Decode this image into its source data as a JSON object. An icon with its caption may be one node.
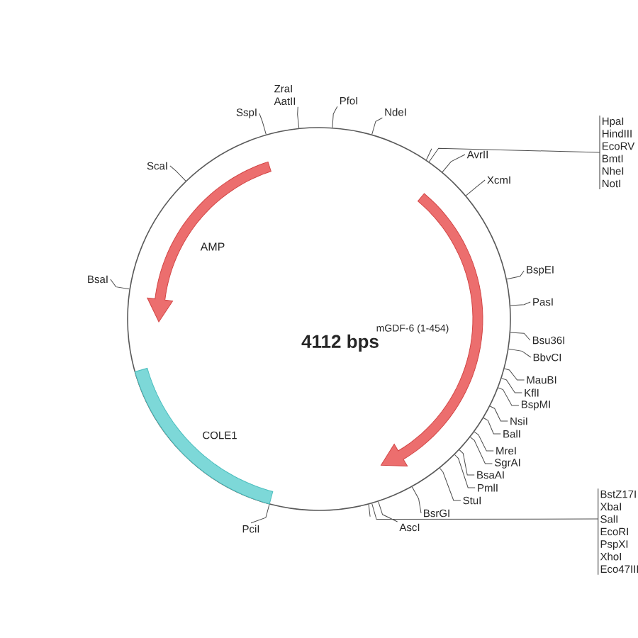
{
  "diagram": {
    "nodes": [
      {
        "text": [
          "SspI"
        ]
      },
      {
        "text": [
          "ZraI",
          "AatII"
        ]
      },
      {
        "text": [
          "PfoI"
        ]
      },
      {
        "text": [
          "NdeI"
        ]
      },
      {
        "text": [
          "HpaI",
          "HindIII",
          "EcoRV",
          "BmtI",
          "NheI",
          "NotI"
        ]
      },
      {
        "text": [
          "AvrII"
        ]
      },
      {
        "text": [
          "XcmI"
        ]
      },
      {
        "text": [
          "BspEI"
        ]
      },
      {
        "text": [
          "PasI"
        ]
      },
      {
        "text": [
          "Bsu36I"
        ]
      },
      {
        "text": [
          "BbvCI"
        ]
      },
      {
        "text": [
          "MauBI"
        ]
      },
      {
        "text": [
          "KflI"
        ]
      },
      {
        "text": [
          "BspMI"
        ]
      },
      {
        "text": [
          "NsiI"
        ]
      },
      {
        "text": [
          "BalI"
        ]
      },
      {
        "text": [
          "MreI"
        ]
      },
      {
        "text": [
          "SgrAI"
        ]
      },
      {
        "text": [
          "BsaAI"
        ]
      },
      {
        "text": [
          "PmlI"
        ]
      },
      {
        "text": [
          "StuI"
        ]
      },
      {
        "text": [
          "BstZ17I",
          "XbaI",
          "SalI",
          "EcoRI",
          "PspXI",
          "XhoI",
          "Eco47III"
        ]
      },
      {
        "text": [
          "BsrGI"
        ]
      },
      {
        "text": [
          "AscI"
        ]
      },
      {
        "text": [
          "PciI"
        ]
      },
      {
        "text": [
          "BsaI"
        ]
      },
      {
        "text": [
          "ScaI"
        ]
      },
      {
        "text": [],
        "shape": "circle"
      }
    ],
    "edges": [
      {
        "from": 0,
        "to": 27,
        "arrow": "none"
      },
      {
        "from": 1,
        "to": 27,
        "arrow": "none"
      },
      {
        "from": 2,
        "to": 27,
        "arrow": "none"
      },
      {
        "from": 3,
        "to": 27,
        "arrow": "none"
      },
      {
        "from": 4,
        "to": 27,
        "arrow": "none"
      },
      {
        "from": 5,
        "to": 27,
        "arrow": "none"
      },
      {
        "from": 6,
        "to": 27,
        "arrow": "none"
      },
      {
        "from": 7,
        "to": 27,
        "arrow": "none"
      },
      {
        "from": 8,
        "to": 27,
        "arrow": "none"
      },
      {
        "from": 9,
        "to": 27,
        "arrow": "none"
      },
      {
        "from": 10,
        "to": 27,
        "arrow": "none"
      },
      {
        "from": 11,
        "to": 27,
        "arrow": "none"
      },
      {
        "from": 12,
        "to": 27,
        "arrow": "none"
      },
      {
        "from": 13,
        "to": 27,
        "arrow": "none"
      },
      {
        "from": 14,
        "to": 27,
        "arrow": "none"
      },
      {
        "from": 15,
        "to": 27,
        "arrow": "none"
      },
      {
        "from": 16,
        "to": 27,
        "arrow": "none"
      },
      {
        "from": 17,
        "to": 27,
        "arrow": "none"
      },
      {
        "from": 18,
        "to": 27,
        "arrow": "none"
      },
      {
        "from": 19,
        "to": 27,
        "arrow": "none"
      },
      {
        "from": 20,
        "to": 27,
        "arrow": "none"
      },
      {
        "from": 21,
        "to": 27,
        "arrow": "none"
      },
      {
        "from": 22,
        "to": 27,
        "arrow": "none"
      },
      {
        "from": 23,
        "to": 27,
        "arrow": "none"
      },
      {
        "from": 24,
        "to": 27,
        "arrow": "none"
      },
      {
        "from": 25,
        "to": 27,
        "arrow": "none"
      },
      {
        "from": 26,
        "to": 27,
        "arrow": "none"
      }
    ],
    "labels": [
      "AMP",
      "4112 bps",
      "mGDF-6 (1-454)",
      "COLE1"
    ]
  }
}
